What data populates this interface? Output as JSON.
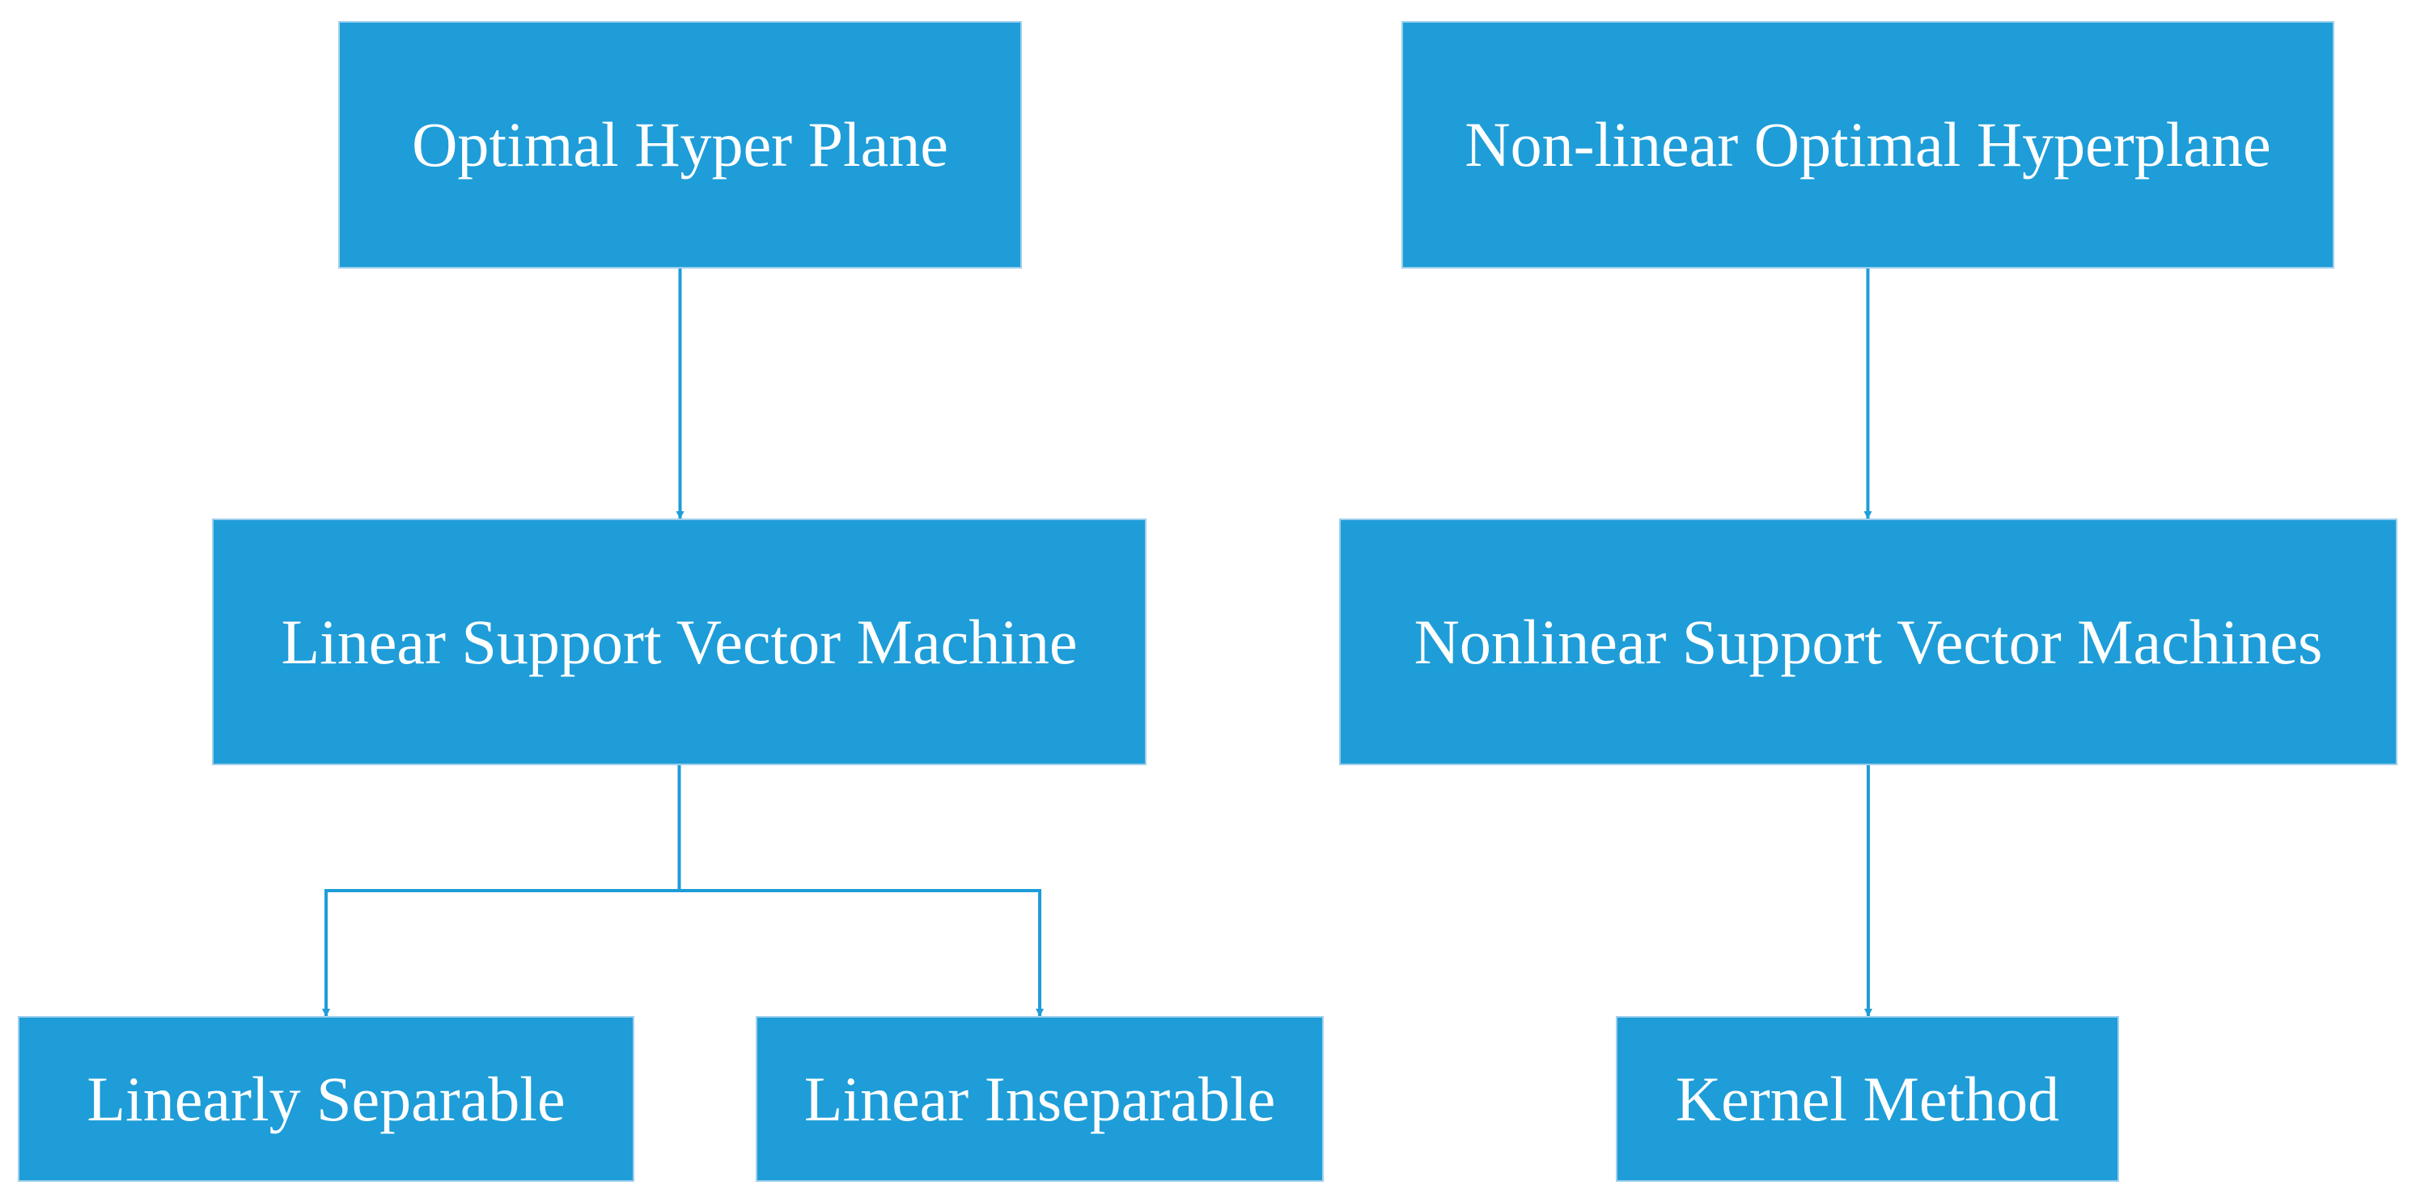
{
  "diagram": {
    "colors": {
      "node_fill": "#1e9dd8",
      "edge": "#1e9dd8",
      "text": "#ffffff"
    },
    "nodes": {
      "optimal_hyper_plane": "Optimal Hyper Plane",
      "nonlinear_optimal_hyperplane": "Non-linear Optimal Hyperplane",
      "linear_svm": "Linear Support Vector Machine",
      "nonlinear_svm": "Nonlinear Support Vector Machines",
      "linearly_separable": "Linearly Separable",
      "linear_inseparable": "Linear Inseparable",
      "kernel_method": "Kernel Method"
    },
    "edges": [
      {
        "from": "optimal_hyper_plane",
        "to": "linear_svm"
      },
      {
        "from": "linear_svm",
        "to": "linearly_separable"
      },
      {
        "from": "linear_svm",
        "to": "linear_inseparable"
      },
      {
        "from": "nonlinear_optimal_hyperplane",
        "to": "nonlinear_svm"
      },
      {
        "from": "nonlinear_svm",
        "to": "kernel_method"
      }
    ]
  }
}
